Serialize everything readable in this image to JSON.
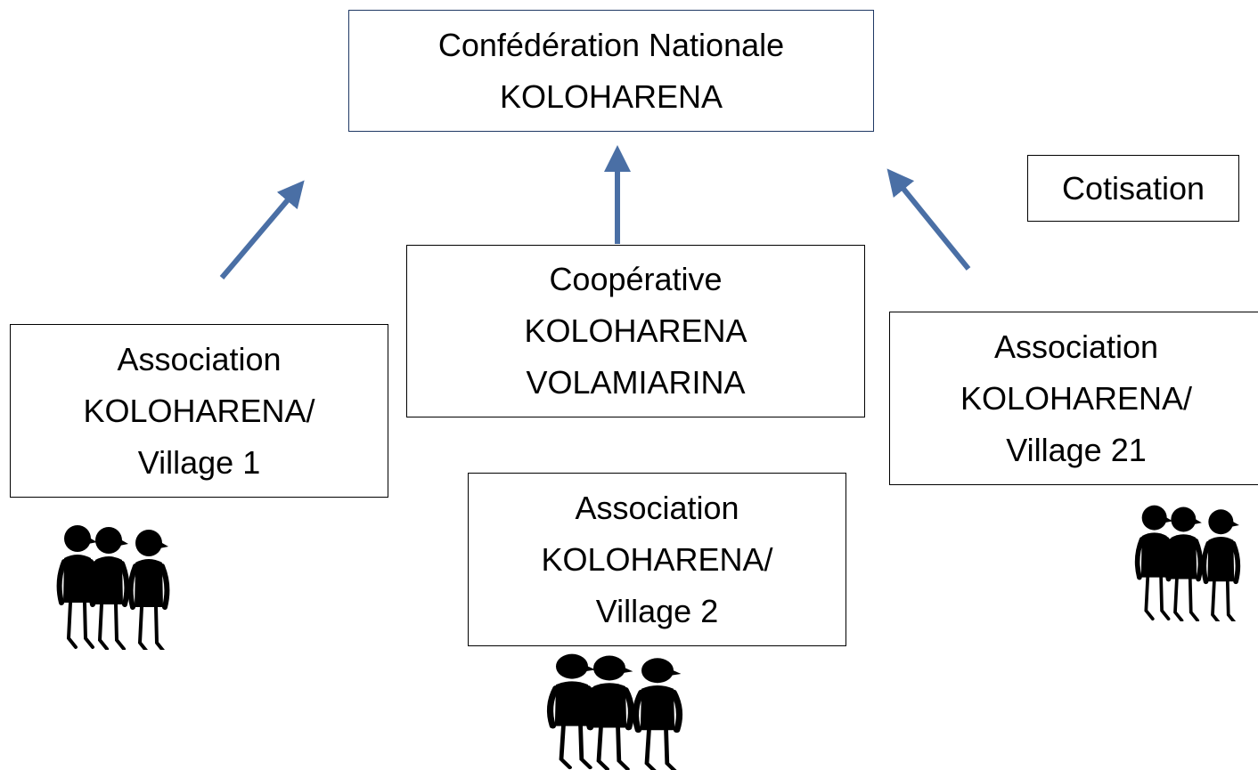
{
  "confederation": {
    "line1": "Confédération Nationale",
    "line2": "KOLOHARENA"
  },
  "cotisation": {
    "label": "Cotisation"
  },
  "cooperative": {
    "line1": "Coopérative",
    "line2": "KOLOHARENA",
    "line3": "VOLAMIARINA"
  },
  "association_village_1": {
    "line1": "Association",
    "line2": "KOLOHARENA/",
    "line3": "Village 1"
  },
  "association_village_2": {
    "line1": "Association",
    "line2": "KOLOHARENA/",
    "line3": "Village 2"
  },
  "association_village_21": {
    "line1": "Association",
    "line2": "KOLOHARENA/",
    "line3": "Village 21"
  },
  "colors": {
    "arrow": "#4a6fa5",
    "top_box_border": "#1f3864",
    "box_border": "#000000",
    "people": "#000000"
  },
  "icons": {
    "arrow": "arrow-icon",
    "people": "people-group-icon"
  }
}
